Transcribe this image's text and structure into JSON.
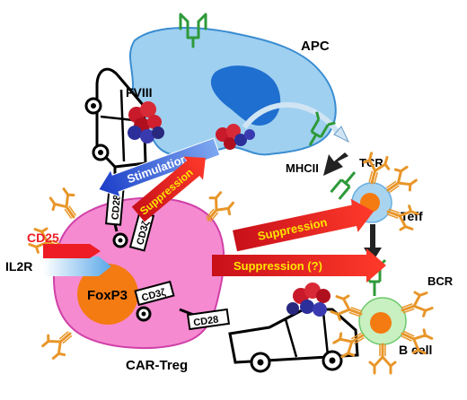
{
  "labels": {
    "apc": "APC",
    "fviii": "FVIII",
    "tcr": "TCR",
    "mhcii": "MHCII",
    "teff": "Teff",
    "bcr": "BCR",
    "bcell": "B cell",
    "cd25": "CD25",
    "il2r": "IL2R",
    "foxp3": "FoxP3",
    "car_treg": "CAR-Treg",
    "cd28_top": "CD28",
    "cd3z_top": "CD3ζ",
    "cd3z_bottom": "CD3ζ",
    "cd28_bottom": "CD28"
  },
  "arrows": {
    "stimulation": "Stimulation",
    "suppression_apc": "Suppression",
    "suppression_teff": "Suppression",
    "suppression_bcell": "Suppression (?)"
  },
  "colors": {
    "apc_fill": "#9fd0f0",
    "apc_nucleus": "#1f6fd0",
    "car_treg_fill": "#f58ad0",
    "nucleus_orange": "#f47a12",
    "suppression_red": "#ee1c24",
    "suppression_text": "#ffe600",
    "stimulation_blue": "#1a3cc8",
    "receptor_orange": "#e8962a",
    "receptor_green": "#2e9a3a"
  }
}
